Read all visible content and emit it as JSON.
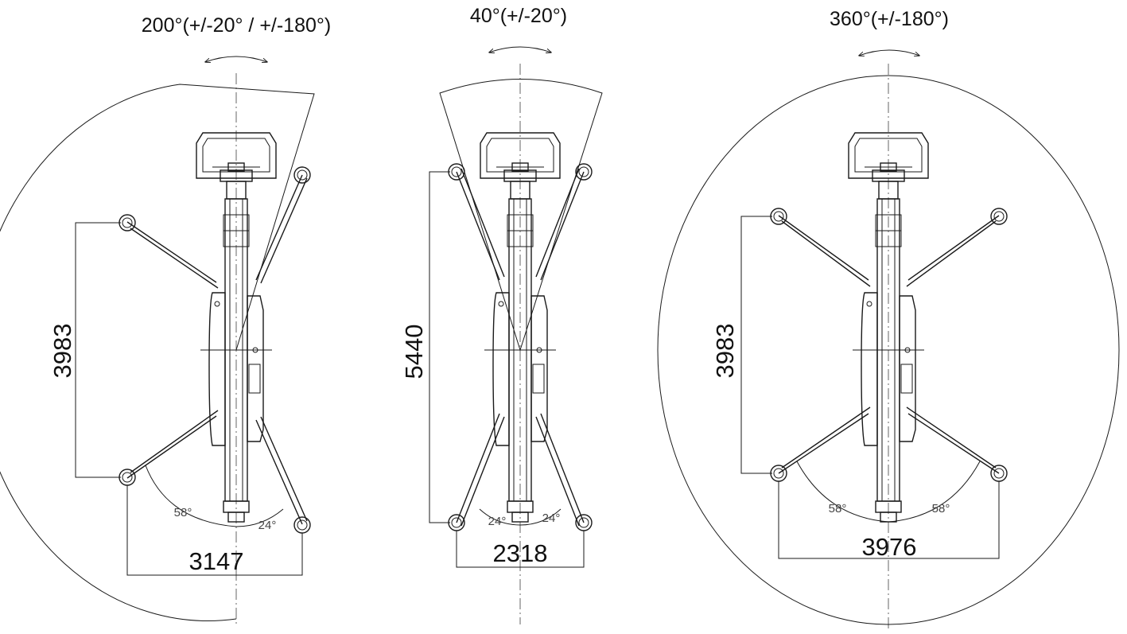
{
  "diagrams": [
    {
      "rotation_label": "200°(+/-20° / +/-180°)",
      "length_label": "3983",
      "width_label": "3147",
      "angle_left": "58°",
      "angle_right": "24°"
    },
    {
      "rotation_label": "40°(+/-20°)",
      "length_label": "5440",
      "width_label": "2318",
      "angle_left": "24°",
      "angle_right": "24°"
    },
    {
      "rotation_label": "360°(+/-180°)",
      "length_label": "3983",
      "width_label": "3976",
      "angle_left": "58°",
      "angle_right": "58°"
    }
  ],
  "colors": {
    "ink": "#1a1a1a",
    "background": "#ffffff"
  }
}
